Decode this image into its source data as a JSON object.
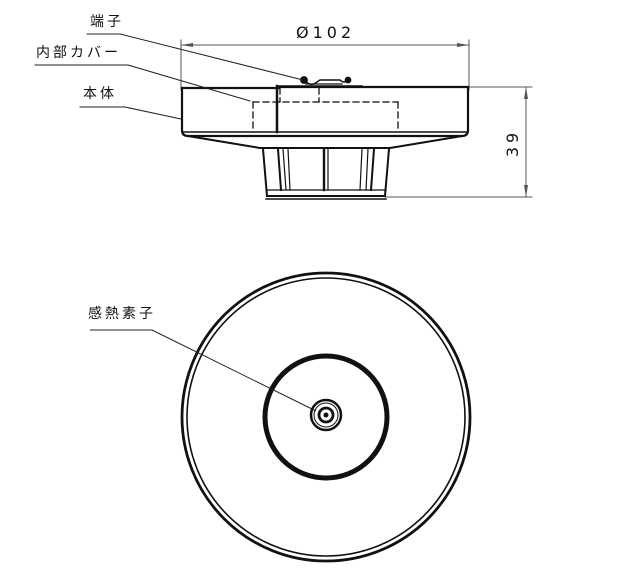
{
  "title": "Heat detector dimensional drawing",
  "side_view": {
    "labels": {
      "terminal": "端子",
      "inner_cover": "内部カバー",
      "body": "本体"
    },
    "dimensions": {
      "diameter": "Ø102",
      "height": "39"
    }
  },
  "bottom_view": {
    "labels": {
      "heat_sensing_element": "感熱素子"
    }
  },
  "colors": {
    "line": "#111111",
    "background": "#ffffff",
    "dim_line": "#555555"
  }
}
